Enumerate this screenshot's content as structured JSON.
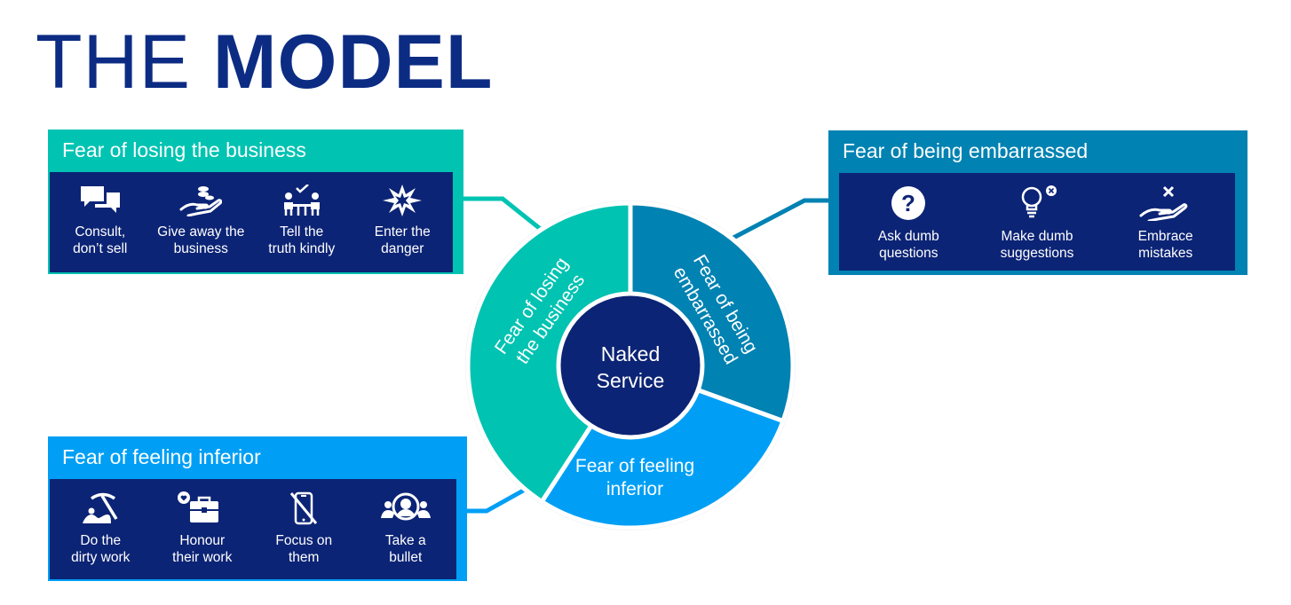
{
  "title": {
    "light": "THE",
    "bold": "MODEL"
  },
  "colors": {
    "title": "#0c2c84",
    "navy": "#0c2475",
    "teal": "#00c3b2",
    "steel_blue": "#0082b2",
    "sky_blue": "#009ff5"
  },
  "center": {
    "line1": "Naked",
    "line2": "Service"
  },
  "segments": {
    "losing": {
      "line1": "Fear of losing",
      "line2": "the business"
    },
    "embarrassed": {
      "line1": "Fear of being",
      "line2": "embarrassed"
    },
    "inferior": {
      "line1": "Fear of feeling",
      "line2": "inferior"
    }
  },
  "panels": {
    "losing": {
      "title": "Fear of losing the business",
      "items": [
        {
          "label": "Consult,\ndon’t sell",
          "icon": "speech-bubbles-icon"
        },
        {
          "label": "Give away the\nbusiness",
          "icon": "hand-coins-icon"
        },
        {
          "label": "Tell the\ntruth kindly",
          "icon": "meeting-check-icon"
        },
        {
          "label": "Enter the\ndanger",
          "icon": "explosion-icon"
        }
      ]
    },
    "embarrassed": {
      "title": "Fear of being embarrassed",
      "items": [
        {
          "label": "Ask dumb\nquestions",
          "icon": "question-circle-icon"
        },
        {
          "label": "Make dumb\nsuggestions",
          "icon": "lightbulb-x-icon"
        },
        {
          "label": "Embrace\nmistakes",
          "icon": "hand-x-icon"
        }
      ]
    },
    "inferior": {
      "title": "Fear of feeling inferior",
      "items": [
        {
          "label": "Do the\ndirty work",
          "icon": "pickaxe-icon"
        },
        {
          "label": "Honour\ntheir work",
          "icon": "briefcase-heart-icon"
        },
        {
          "label": "Focus on\nthem",
          "icon": "no-phone-icon"
        },
        {
          "label": "Take a\nbullet",
          "icon": "person-target-icon"
        }
      ]
    }
  }
}
